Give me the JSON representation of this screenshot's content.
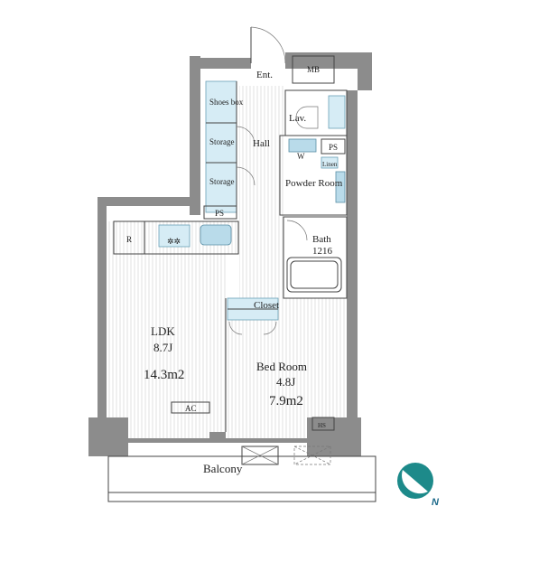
{
  "labels": {
    "entrance": "Ent.",
    "meter_box": "MB",
    "shoes_box": "Shoes box",
    "storage_1": "Storage",
    "storage_2": "Storage",
    "hall": "Hall",
    "lavatory": "Lav.",
    "pipe_space_1": "PS",
    "washer": "W",
    "linen": "Linen",
    "powder_room": "Powder Room",
    "pipe_space_2": "PS",
    "refrigerator": "R",
    "bath": "Bath",
    "bath_size": "1216",
    "closet": "Closet",
    "ldk": "LDK",
    "ldk_size_j": "8.7J",
    "ldk_area": "14.3m2",
    "bedroom": "Bed Room",
    "bedroom_size_j": "4.8J",
    "bedroom_area": "7.9m2",
    "ac": "AC",
    "hs": "HS",
    "balcony": "Balcony",
    "north": "N"
  },
  "colors": {
    "wall": "#8c8c8c",
    "fixture_blue": "#b9dbea",
    "compass": "#1d8a8a"
  },
  "icons": [
    "compass-icon",
    "stove-icon",
    "bathtub-icon",
    "sink-icon"
  ]
}
